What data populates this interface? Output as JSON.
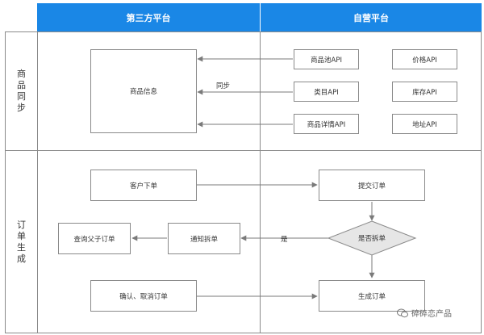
{
  "header": {
    "left_title": "第三方平台",
    "right_title": "自营平台"
  },
  "lanes": {
    "sync_label": [
      "商",
      "品",
      "同",
      "步"
    ],
    "order_label": [
      "订",
      "单",
      "生",
      "成"
    ]
  },
  "sync": {
    "product_info": "商品信息",
    "sync_text": "同步",
    "pool_api": "商品池API",
    "category_api": "类目API",
    "detail_api": "商品详情API",
    "price_api": "价格API",
    "stock_api": "库存API",
    "address_api": "地址API"
  },
  "order": {
    "customer_order": "客户下单",
    "submit_order": "提交订单",
    "is_split": "是否拆单",
    "yes_text": "是",
    "notify_split": "通知拆单",
    "query_orders": "查询父子订单",
    "confirm_cancel": "确认、取消订单",
    "generate_order": "生成订单"
  },
  "watermark": {
    "text": "碎碎恋产品"
  },
  "colors": {
    "header": "#1a87e6",
    "border": "#8a8a8a",
    "arrow": "#7a7a7a",
    "diamond": "#e6e6e6"
  }
}
